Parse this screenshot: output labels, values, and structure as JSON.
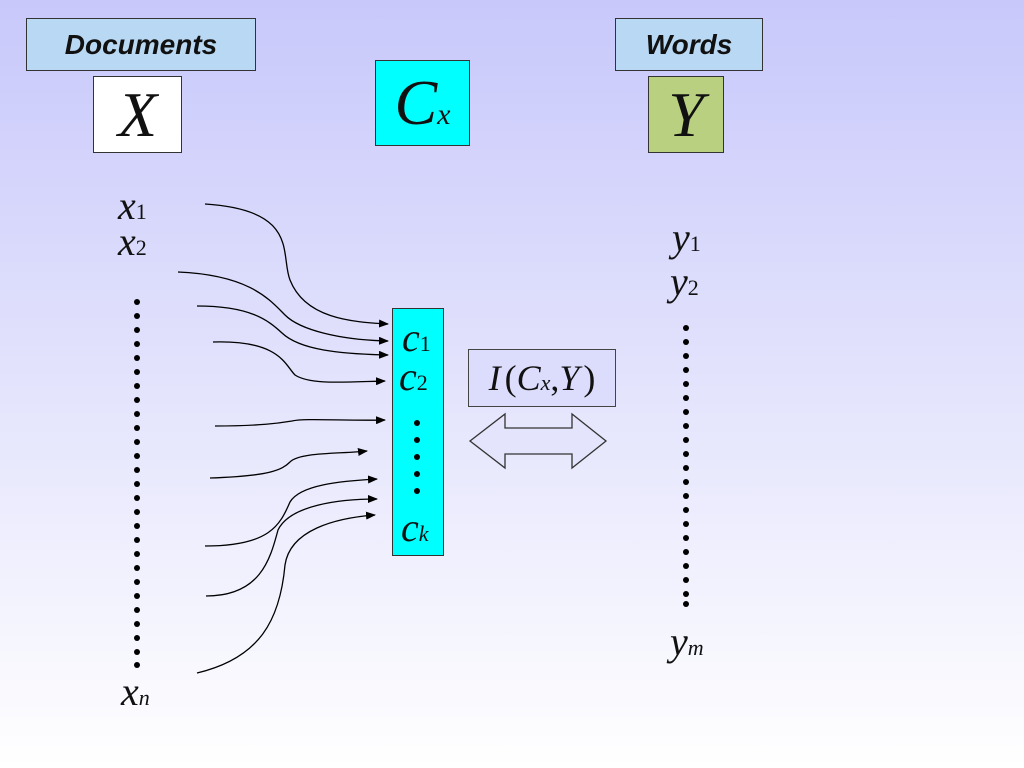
{
  "header": {
    "documents_label": "Documents",
    "words_label": "Words"
  },
  "variables": {
    "x_var": "X",
    "cx_main": "C",
    "cx_sub": "x",
    "y_var": "Y"
  },
  "documents": {
    "x1_main": "x",
    "x1_sub": "1",
    "x2_main": "x",
    "x2_sub": "2",
    "xn_main": "x",
    "xn_sub": "n"
  },
  "clusters": {
    "c1_main": "c",
    "c1_sub": "1",
    "c2_main": "c",
    "c2_sub": "2",
    "ck_main": "c",
    "ck_sub": "k"
  },
  "words": {
    "y1_main": "y",
    "y1_sub": "1",
    "y2_main": "y",
    "y2_sub": "2",
    "ym_main": "y",
    "ym_sub": "m"
  },
  "mutual_info": {
    "i": "I",
    "open": "(",
    "c": "C",
    "c_sub": "x",
    "comma": ",",
    "y": "Y",
    "close": ")"
  },
  "colors": {
    "header_fill": "#b9d8f3",
    "x_box_fill": "#ffffff",
    "cx_box_fill": "#00ffff",
    "y_box_fill": "#b8d080",
    "info_box_fill": "#dcdcfc",
    "arrow_fill": "#e4e4fc"
  }
}
